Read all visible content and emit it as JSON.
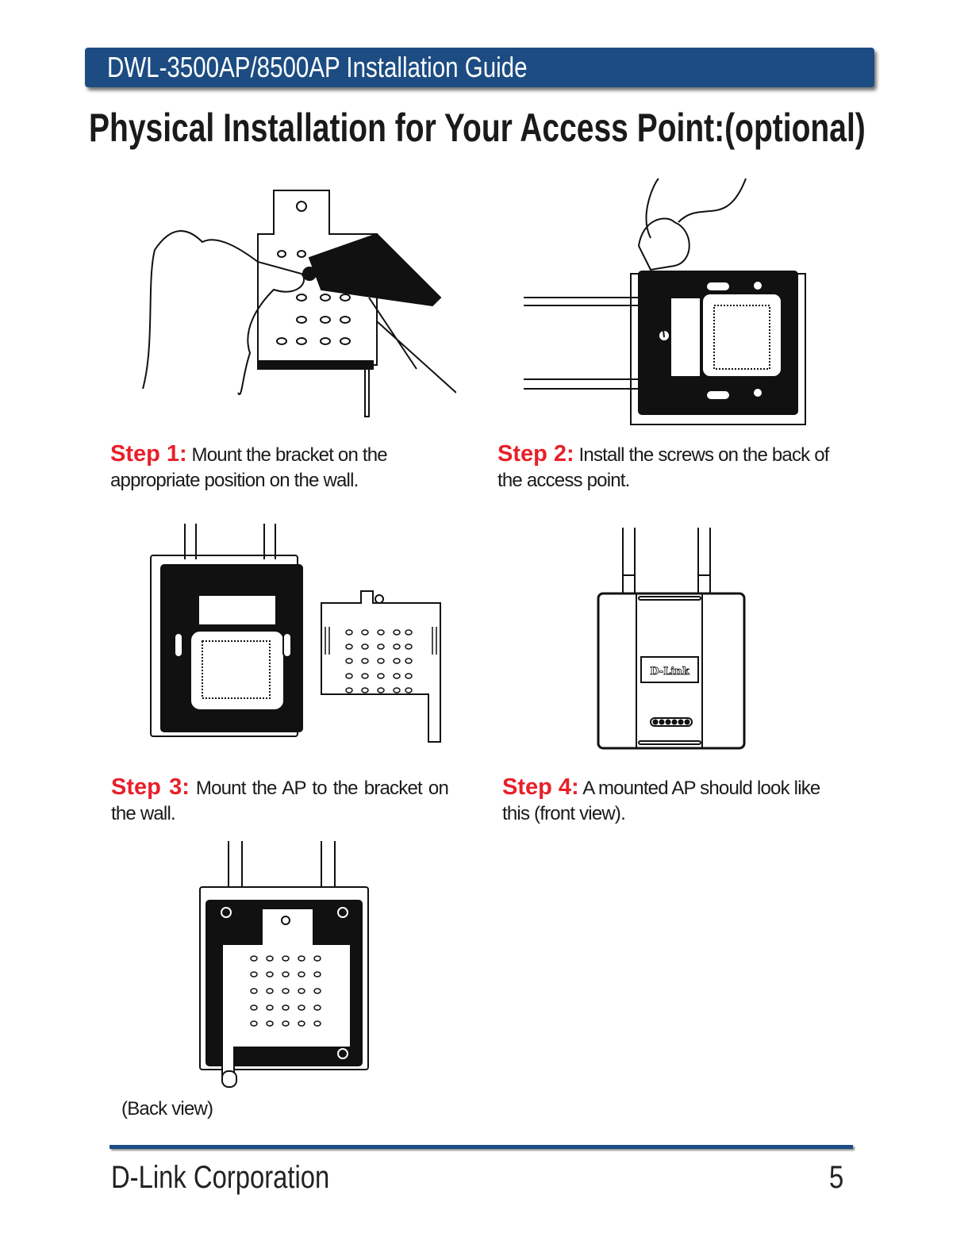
{
  "header": {
    "title": "DWL-3500AP/8500AP  Installation Guide"
  },
  "page_title": "Physical Installation for Your Access Point:(optional)",
  "steps": [
    {
      "label": "Step 1:",
      "text": " Mount the bracket on the appropriate position on the wall."
    },
    {
      "label": "Step 2:",
      "text": " Install the screws on the back of the access point."
    },
    {
      "label": "Step 3:",
      "text": " Mount the AP to the bracket on the wall."
    },
    {
      "label": "Step 4:",
      "text": " A mounted AP should look like this (front view)."
    }
  ],
  "back_view_caption": "(Back view)",
  "device_logo": "D-Link",
  "footer": {
    "company": "D-Link Corporation",
    "page_number": "5"
  },
  "colors": {
    "brand_blue": "#1c4c82",
    "step_red": "#e8202a"
  }
}
